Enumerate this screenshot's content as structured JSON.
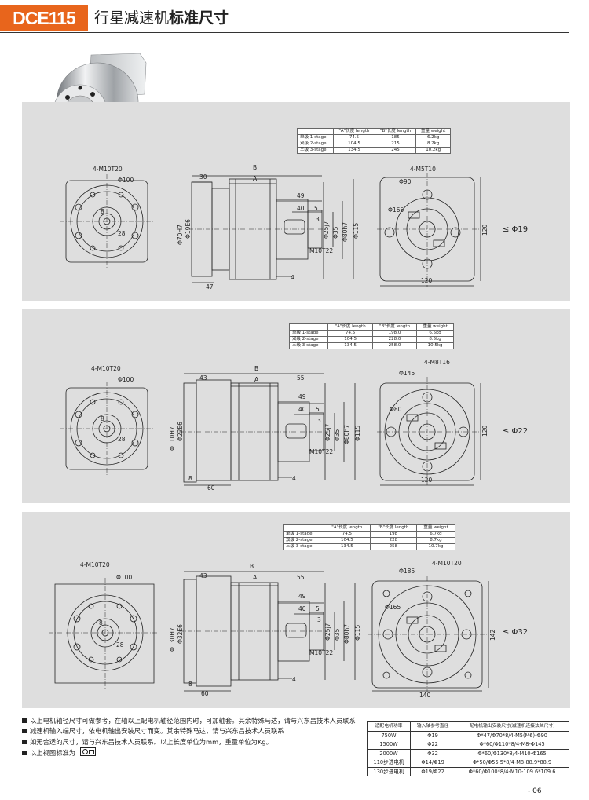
{
  "header": {
    "tag": "DCE115",
    "title_a": "行星减速机",
    "title_b": "标准尺寸"
  },
  "spec_headers": [
    "",
    "\"A\"长度 length",
    "\"B\"长度 length",
    "重量 weight"
  ],
  "sections": [
    {
      "spec_rows": [
        [
          "单级 1-stage",
          "74.5",
          "185",
          "6.2kg"
        ],
        [
          "双级 2-stage",
          "104.5",
          "215",
          "8.2kg"
        ],
        [
          "三级 3-stage",
          "134.5",
          "245",
          "10.2kg"
        ]
      ],
      "front": {
        "hole": "4-M10T20",
        "pcd": "Φ100",
        "d1": "8",
        "d2": "28"
      },
      "side": {
        "l30": "30",
        "B": "B",
        "A": "A",
        "l49": "49",
        "l40": "40",
        "l5": "5",
        "l3": "3",
        "l47": "47",
        "l4": "4",
        "d_in1": "Φ70H7",
        "d_in2": "Φ19E6",
        "d_s1": "Φ25j7",
        "d_s2": "Φ35",
        "d_s3": "Φ80h7",
        "d_s4": "Φ115",
        "thread": "M10T22"
      },
      "rear": {
        "hole": "4-M5T10",
        "pcd": "Φ90",
        "pcd2": "Φ165",
        "w": "120",
        "h": "120"
      },
      "shaft": "≤ Φ19"
    },
    {
      "spec_rows": [
        [
          "单级 1-stage",
          "74.5",
          "198.0",
          "6.5kg"
        ],
        [
          "双级 2-stage",
          "104.5",
          "228.0",
          "8.5kg"
        ],
        [
          "三级 3-stage",
          "134.5",
          "258.0",
          "10.5kg"
        ]
      ],
      "front": {
        "hole": "4-M10T20",
        "pcd": "Φ100",
        "d1": "8",
        "d2": "28"
      },
      "side": {
        "l30": "43",
        "B": "B",
        "A": "A",
        "l55": "55",
        "l49": "49",
        "l40": "40",
        "l5": "5",
        "l3": "3",
        "l47": "60",
        "l4": "4",
        "l8": "8",
        "d_in1": "Φ110H7",
        "d_in2": "Φ22E6",
        "d_s1": "Φ25j7",
        "d_s2": "Φ35",
        "d_s3": "Φ80h7",
        "d_s4": "Φ115",
        "thread": "M10T22"
      },
      "rear": {
        "hole": "4-M8T16",
        "pcd": "Φ145",
        "pcd2": "Φ80",
        "w": "120",
        "h": "120"
      },
      "shaft": "≤ Φ22"
    },
    {
      "spec_rows": [
        [
          "单级 1-stage",
          "74.5",
          "198",
          "6.7kg"
        ],
        [
          "双级 2-stage",
          "104.5",
          "228",
          "8.7kg"
        ],
        [
          "三级 3-stage",
          "134.5",
          "258",
          "10.7kg"
        ]
      ],
      "front": {
        "hole": "4-M10T20",
        "pcd": "Φ100",
        "d1": "8",
        "d2": "28"
      },
      "side": {
        "l30": "43",
        "B": "B",
        "A": "A",
        "l55": "55",
        "l49": "49",
        "l40": "40",
        "l5": "5",
        "l3": "3",
        "l47": "60",
        "l4": "4",
        "l8": "8",
        "d_in1": "Φ130H7",
        "d_in2": "Φ32E6",
        "d_s1": "Φ25j7",
        "d_s2": "Φ35",
        "d_s3": "Φ80h7",
        "d_s4": "Φ115",
        "thread": "M10T22"
      },
      "rear": {
        "hole": "4-M10T20",
        "pcd": "Φ185",
        "pcd2": "Φ165",
        "w": "140",
        "h": "142"
      },
      "shaft": "≤ Φ32"
    }
  ],
  "notes": [
    "以上电机轴径尺寸可做参考，在轴以上配电机轴径范围内时，可加轴套。其余特殊马达，请与兴东昌技术人员联系",
    "减速机输入端尺寸，依电机轴出安装尺寸而变。其余特殊马达，请与兴东昌技术人员联系",
    "如无合适的尺寸，请与兴东昌技术人员联系。以上长度单位为mm，重量单位为Kg。",
    "以上视图标准为"
  ],
  "motor_table": {
    "headers": [
      "适配电机功率",
      "输入轴参考直径",
      "配电机输出安装尺寸(减速机连接法兰尺寸)"
    ],
    "rows": [
      [
        "750W",
        "Φ19",
        "Φ*47/Φ70*8/4-M5(M6)-Φ90"
      ],
      [
        "1500W",
        "Φ22",
        "Φ*60/Φ110*8/4-M8-Φ145"
      ],
      [
        "2000W",
        "Φ32",
        "Φ*60/Φ130*8/4-M10-Φ165"
      ],
      [
        "110步进电机",
        "Φ14/Φ19",
        "Φ*50/Φ55.5*8/4-M8-88.9*88.9"
      ],
      [
        "130步进电机",
        "Φ19/Φ22",
        "Φ*60/Φ100*8/4-M10-109.6*109.6"
      ]
    ]
  },
  "page": "-  06"
}
